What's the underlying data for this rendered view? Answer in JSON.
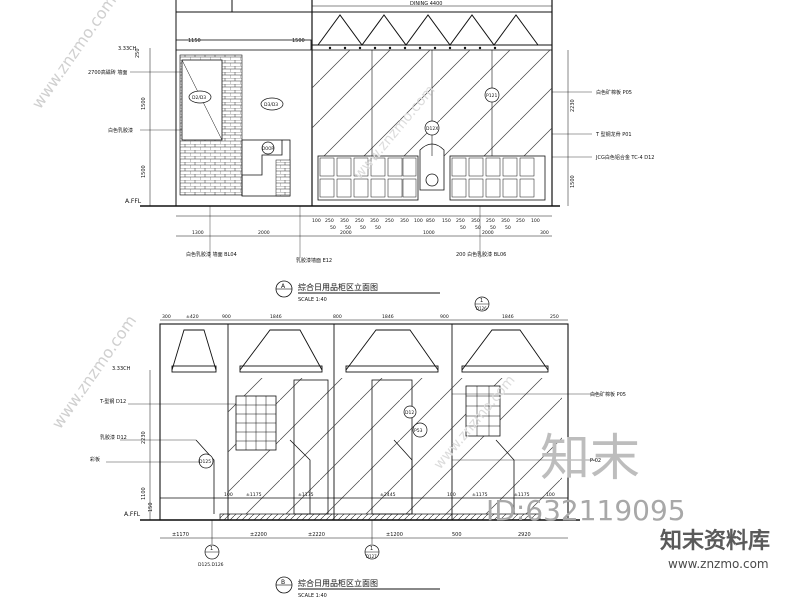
{
  "elevation_a": {
    "top_dim": "DINING 4400",
    "dims_top": [
      "1150",
      "1500"
    ],
    "left_dims": [
      "3.33CH",
      "250",
      "1500",
      "1500"
    ],
    "ffl": "A.FFL",
    "bottom_dims_row1": [
      "100",
      "250",
      "350",
      "250",
      "350",
      "250",
      "350",
      "100",
      "850",
      "150",
      "250",
      "350",
      "250",
      "350",
      "250",
      "100"
    ],
    "bottom_dims_row2": [
      "50",
      "50",
      "50",
      "50",
      "50",
      "50",
      "50",
      "50"
    ],
    "bottom_dims_row3": [
      "1300",
      "2000",
      "2000",
      "1000",
      "2000",
      "300"
    ],
    "right_dims": [
      "2230",
      "1500"
    ],
    "callouts": [
      "D2/D3",
      "D3/D3",
      "D12X",
      "P121",
      "DOOR"
    ],
    "right_notes": [
      "白色矿棉板 P05",
      "T 型钢龙骨 P01",
      "JCG白色铝合金 TC-4 D12"
    ],
    "left_notes": [
      "2700高磁砖 墙面",
      "白色乳胶漆"
    ],
    "bottom_notes": [
      "白色乳胶漆 墙面 BL04",
      "乳胶漆墙面 E12",
      "200 白色乳胶漆 BL06"
    ],
    "marker_letter": "A",
    "title": "綜合日用品柜区立面图",
    "scale": "SCALE 1:40"
  },
  "elevation_b": {
    "top_dims": [
      "300",
      "±420",
      "900",
      "1846",
      "800",
      "1846",
      "900",
      "1846",
      "250"
    ],
    "marker_top": "1",
    "marker_top_sub": "D126",
    "left_dims": [
      "3.33CH",
      "2230",
      "1100",
      "150"
    ],
    "ffl": "A.FFL",
    "inner_dims": [
      "100",
      "±1175",
      "±1175",
      "±2445",
      "100",
      "±1175",
      "±1175",
      "100"
    ],
    "callouts": [
      "D125",
      "P53",
      "D12"
    ],
    "bottom_dims": [
      "±1170",
      "±2200",
      "±2220",
      "±1200",
      "500",
      "2920"
    ],
    "marker_bottom_left": "1",
    "marker_bottom_left_sub": "D125.D126",
    "marker_bottom_mid": "1",
    "marker_bottom_mid_sub": "D127",
    "right_notes": [
      "白色矿棉板 P05",
      "P-02"
    ],
    "left_notes": [
      "T-型钢 D12",
      "乳胶漆 D12",
      "彩板"
    ],
    "marker_letter": "B",
    "title": "綜合日用品柜区立面图",
    "scale": "SCALE 1:40"
  },
  "watermark": {
    "side_text": "www.znzmo.com",
    "logo_cn": "知末",
    "id_text": "ID:632119095",
    "brand_cn": "知末资料库",
    "brand_url": "www.znzmo.com"
  }
}
